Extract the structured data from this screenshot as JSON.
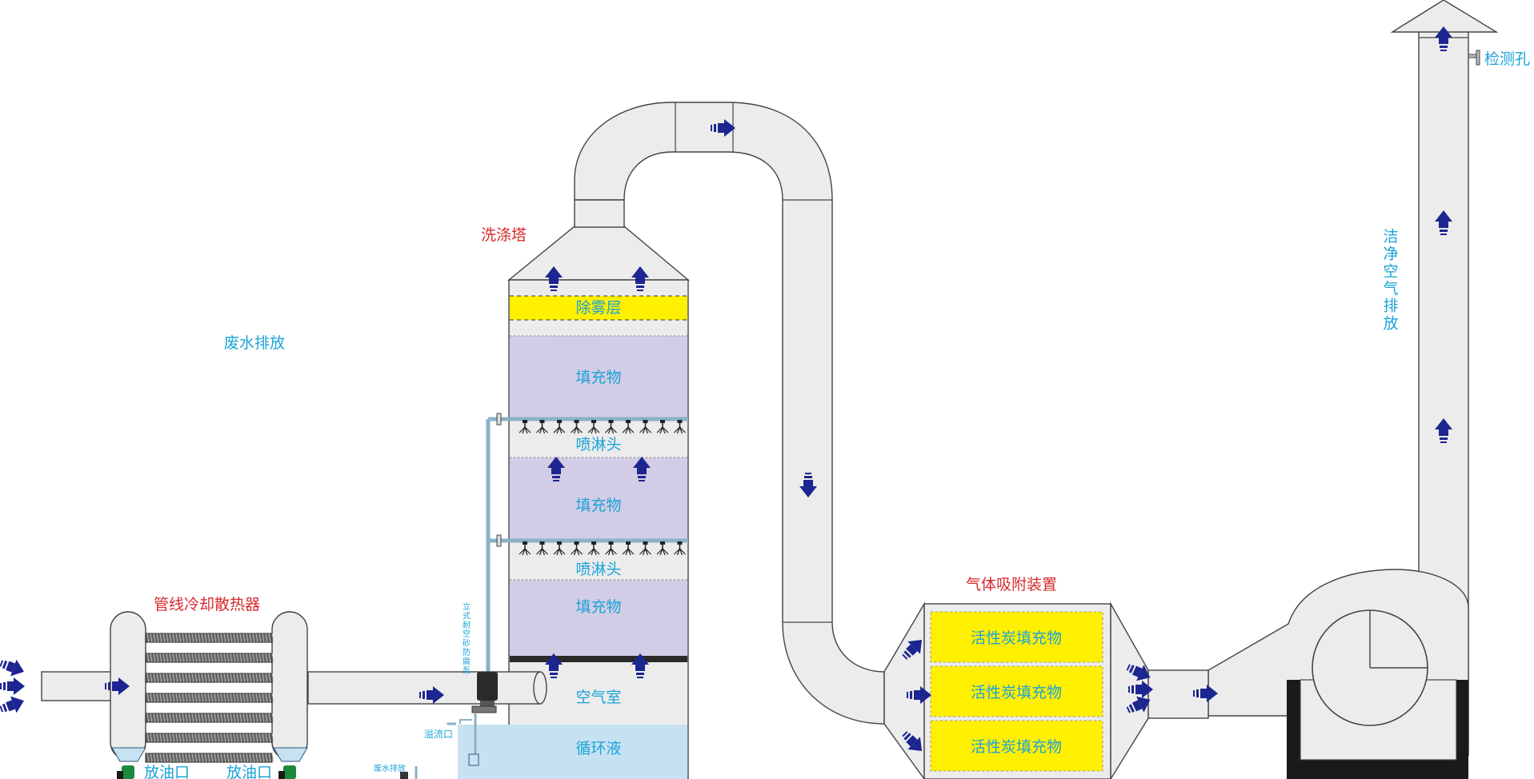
{
  "labels": {
    "washing_tower": "洗涤塔",
    "wastewater": "废水排放",
    "cooler": "管线冷却散热器",
    "adsorption": "气体吸附装置",
    "inspection_hole": "检测孔",
    "clean_air": "洁净空气排放",
    "demister": "除雾层",
    "packing": "填充物",
    "spray_head": "喷淋头",
    "air_chamber": "空气室",
    "circulating_liquid": "循环液",
    "carbon": "活性炭填充物",
    "oil_drain": "放油口",
    "overflow": "溢流口",
    "wastewater_small": "废水排放",
    "pump": "立式耐空砂防腐泵"
  },
  "colors": {
    "label_red": "#d8282c",
    "label_cyan": "#1aa3d8",
    "pipe_fill": "#ececec",
    "packing_fill": "#d3cce6",
    "demister_fill": "#ffef00",
    "carbon_fill": "#ffef00",
    "liquid_fill": "#c6e2f2",
    "arrow_fill": "#1c2590",
    "pump_fill": "#2a2a2a",
    "valve_fill": "#1b8a3a"
  }
}
